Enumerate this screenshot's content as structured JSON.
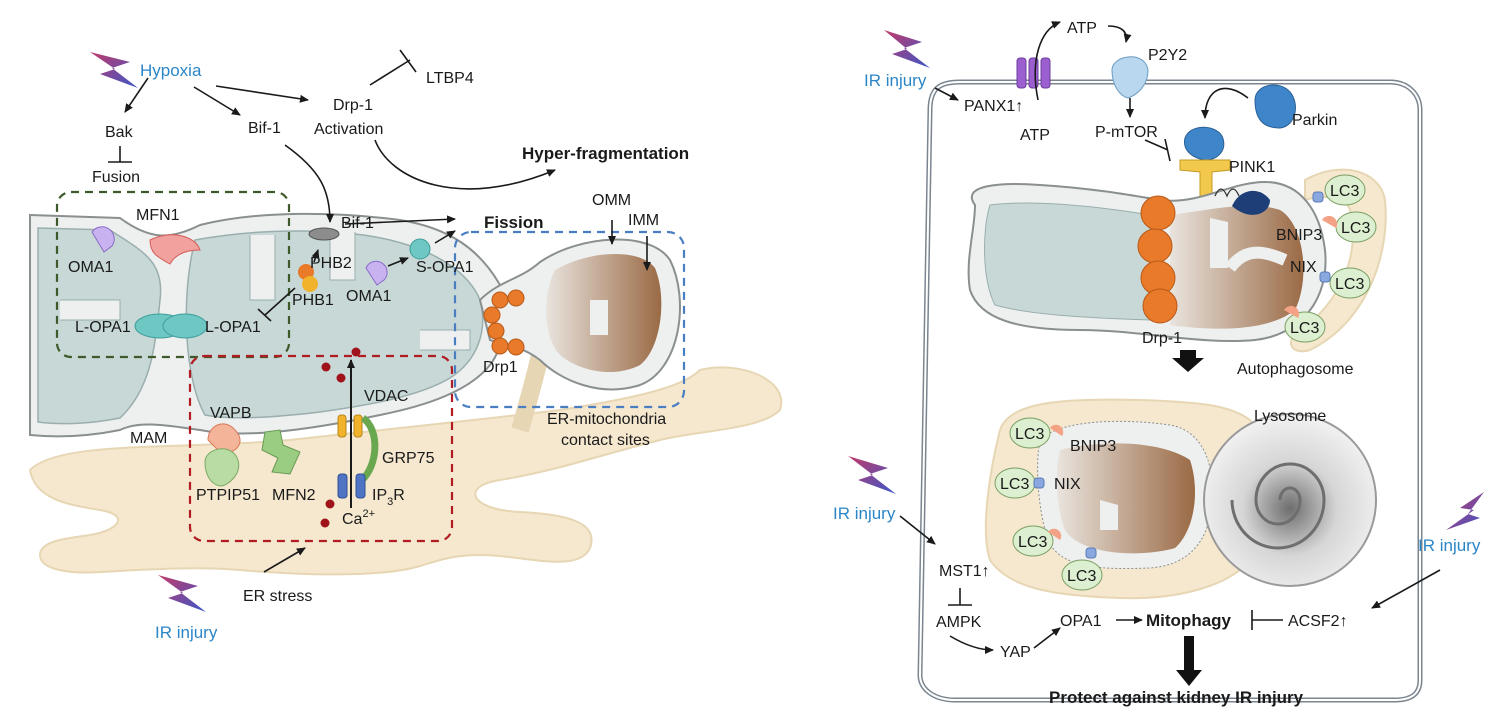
{
  "left_panel": {
    "hypoxia": "Hypoxia",
    "ltbp4": "LTBP4",
    "bak": "Bak",
    "fusion": "Fusion",
    "bif1_top": "Bif-1",
    "drp1_activation_1": "Drp-1",
    "drp1_activation_2": "Activation",
    "hyper_fragmentation": "Hyper-fragmentation",
    "mfn1": "MFN1",
    "oma1_left": "OMA1",
    "l_opa1_left": "L-OPA1",
    "l_opa1_right": "L-OPA1",
    "bif1_membrane": "Bif-1",
    "phb2": "PHB2",
    "phb1": "PHB1",
    "oma1_mid": "OMA1",
    "s_opa1": "S-OPA1",
    "fission": "Fission",
    "omm": "OMM",
    "imm": "IMM",
    "drp1": "Drp1",
    "vdac": "VDAC",
    "vapb": "VAPB",
    "mam": "MAM",
    "ptpip51": "PTPIP51",
    "mfn2": "MFN2",
    "grp75": "GRP75",
    "ip3r": "IP",
    "ip3r_sub": "3",
    "ip3r_tail": "R",
    "ca": "Ca",
    "ca_sup": "2+",
    "er_mito_1": "ER-mitochondria",
    "er_mito_2": "contact sites",
    "er_stress": "ER stress",
    "ir_injury": "IR injury"
  },
  "right_panel": {
    "atp_top": "ATP",
    "p2y2": "P2Y2",
    "ir_injury_top": "IR injury",
    "panx1": "PANX1↑",
    "atp_bottom": "ATP",
    "p_mtor": "P-mTOR",
    "parkin": "Parkin",
    "pink1": "PINK1",
    "lc3": "LC3",
    "bnip3": "BNIP3",
    "nix": "NIX",
    "drp1": "Drp-1",
    "autophagosome": "Autophagosome",
    "lysosome": "Lysosome",
    "ir_injury_mid": "IR injury",
    "mst1": "MST1↑",
    "ampk": "AMPK",
    "yap": "YAP",
    "opa1": "OPA1",
    "mitophagy": "Mitophagy",
    "acsf2": "ACSF2↑",
    "ir_injury_right": "IR injury",
    "protect": "Protect against kidney IR injury"
  },
  "colors": {
    "text_blue": "#2b86c8",
    "mito_fill": "#c7d8d7",
    "mito_membrane": "#eef0f0",
    "er_fill": "#f5e8cf",
    "drp1_orange": "#e87a2a",
    "green_box": "#3f5a2a",
    "red_box": "#b01c22",
    "blue_box": "#4a7ec2",
    "lightning": "#3b57c8"
  }
}
